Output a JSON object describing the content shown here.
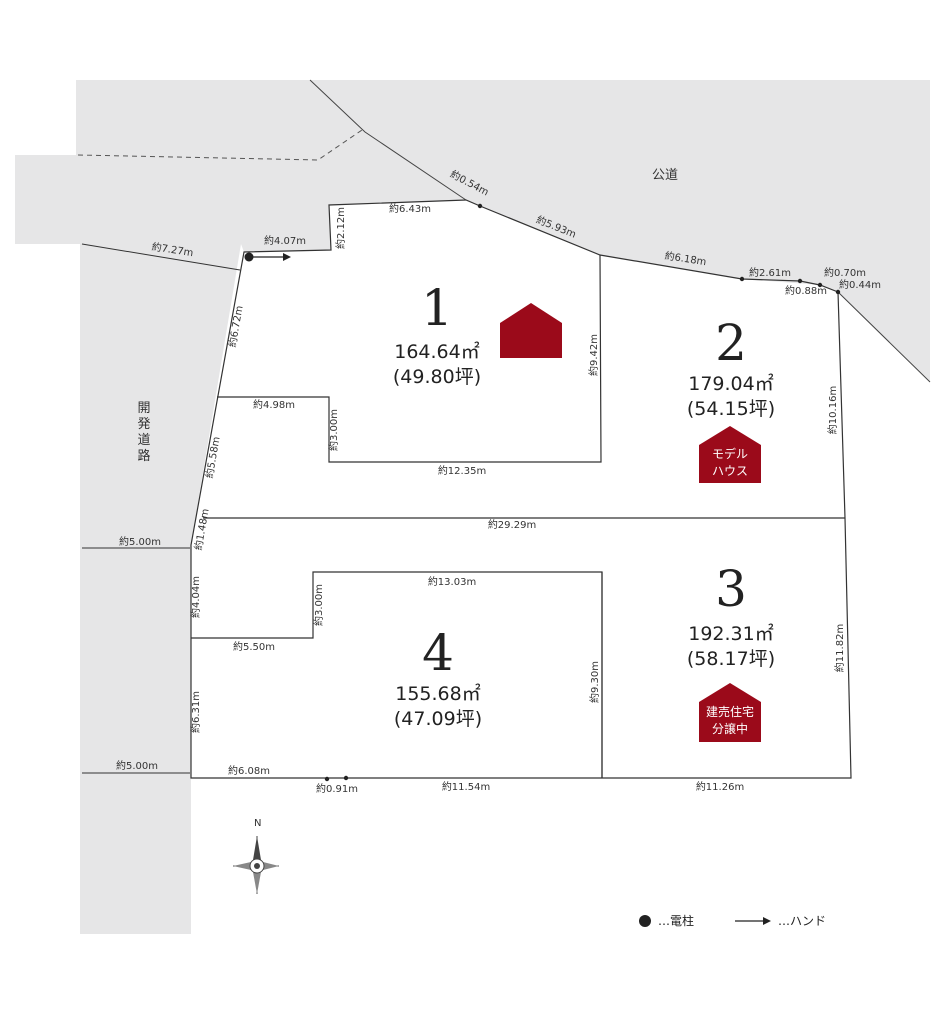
{
  "roads": {
    "public_road": "公道",
    "dev_road": [
      "開",
      "発",
      "道",
      "路"
    ]
  },
  "lots": [
    {
      "number": "1",
      "area_m2": "164.64㎡",
      "area_tsubo": "(49.80坪)"
    },
    {
      "number": "2",
      "area_m2": "179.04㎡",
      "area_tsubo": "(54.15坪)",
      "badge": [
        "モデル",
        "ハウス"
      ]
    },
    {
      "number": "3",
      "area_m2": "192.31㎡",
      "area_tsubo": "(58.17坪)",
      "badge": [
        "建売住宅",
        "分譲中"
      ]
    },
    {
      "number": "4",
      "area_m2": "155.68㎡",
      "area_tsubo": "(47.09坪)"
    }
  ],
  "dimensions": {
    "d_0_54": "約0.54m",
    "d_6_43": "約6.43m",
    "d_2_12": "約2.12m",
    "d_4_07": "約4.07m",
    "d_7_27": "約7.27m",
    "d_5_93": "約5.93m",
    "d_6_18": "約6.18m",
    "d_2_61": "約2.61m",
    "d_0_70": "約0.70m",
    "d_0_88": "約0.88m",
    "d_0_44": "約0.44m",
    "d_6_72": "約6.72m",
    "d_9_42": "約9.42m",
    "d_10_16": "約10.16m",
    "d_4_98": "約4.98m",
    "d_3_00_a": "約3.00m",
    "d_5_58": "約5.58m",
    "d_12_35": "約12.35m",
    "d_1_48": "約1.48m",
    "d_29_29": "約29.29m",
    "d_5_00_a": "約5.00m",
    "d_13_03": "約13.03m",
    "d_4_04": "約4.04m",
    "d_3_00_b": "約3.00m",
    "d_5_50": "約5.50m",
    "d_11_82": "約11.82m",
    "d_9_30": "約9.30m",
    "d_6_31": "約6.31m",
    "d_5_00_b": "約5.00m",
    "d_6_08": "約6.08m",
    "d_0_91": "約0.91m",
    "d_11_54": "約11.54m",
    "d_11_26": "約11.26m"
  },
  "compass": {
    "north": "N"
  },
  "legend": {
    "pole_label": "…電柱",
    "hand_label": "…ハンド"
  },
  "colors": {
    "road_fill": "#e6e6e7",
    "badge": "#9b0a1a",
    "line": "#333333"
  }
}
